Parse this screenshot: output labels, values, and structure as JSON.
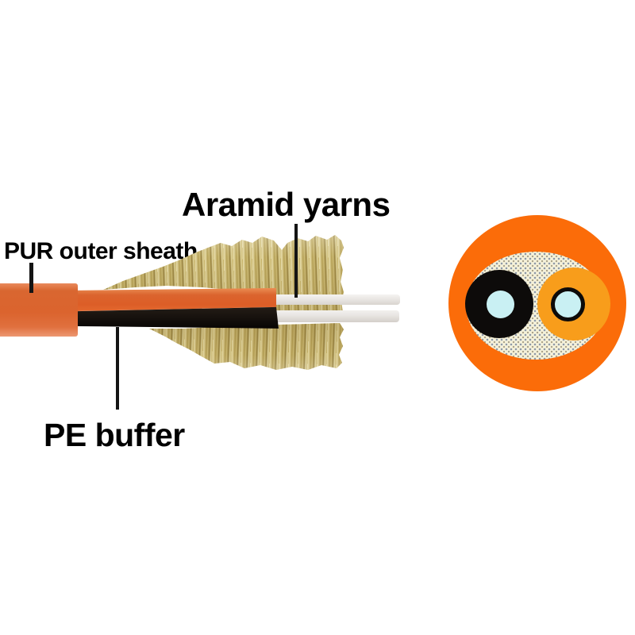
{
  "labels": {
    "aramid_yarns": "Aramid yarns",
    "pur_outer_sheath": "PUR outer sheath",
    "pe_buffer": "PE buffer"
  },
  "colors": {
    "label_text": "#000000",
    "outer_sheath_orange": "#fb6c09",
    "side_sheath_orange": "#db642e",
    "pe_buffer_black": "#16110d",
    "buffer_circle_black": "#0d0b0a",
    "aramid_gold": "#cdb96c",
    "aramid_cream": "#f6f2da",
    "fiber_white": "#e9e6e3",
    "subunit_amber": "#f89d1b",
    "fiber_core_blue": "#c9f0f3"
  }
}
